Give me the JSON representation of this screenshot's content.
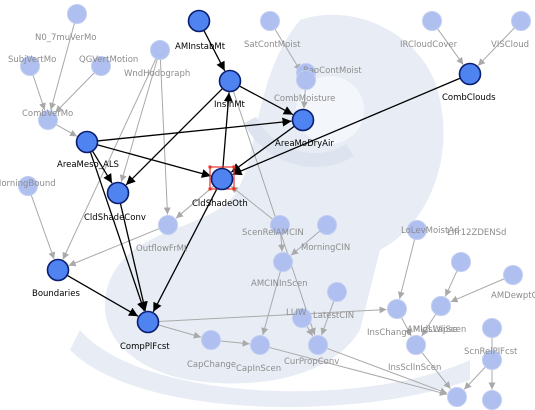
{
  "colors": {
    "background": "#ffffff",
    "watermark": "#e8edf5",
    "node_active_fill": "#4f83f0",
    "node_active_stroke": "#0a1d6e",
    "node_faded_fill": "#aebff0",
    "node_faded_stroke": "#c3cff2",
    "edge_active": "#000000",
    "edge_faded": "#a9a9a9",
    "label_active": "#000000",
    "label_faded": "#8c8c8c",
    "selection": "#e8322b"
  },
  "nodes": [
    {
      "id": "AMInstabMt",
      "label": "AMInstabMt",
      "active": true
    },
    {
      "id": "InsInMt",
      "label": "InsInMt",
      "active": true
    },
    {
      "id": "CombClouds",
      "label": "CombClouds",
      "active": true
    },
    {
      "id": "AreaMoDryAir",
      "label": "AreaMoDryAir",
      "active": true
    },
    {
      "id": "AreaMeso_ALS",
      "label": "AreaMeso_ALS",
      "active": true
    },
    {
      "id": "CldShadeOth",
      "label": "CldShadeOth",
      "active": true,
      "selected": true
    },
    {
      "id": "CldShadeConv",
      "label": "CldShadeConv",
      "active": true
    },
    {
      "id": "Boundaries",
      "label": "Boundaries",
      "active": true
    },
    {
      "id": "CompPlFcst",
      "label": "CompPlFcst",
      "active": true
    },
    {
      "id": "N0_7muVerMo",
      "label": "N0_7muVerMo",
      "active": false
    },
    {
      "id": "SubjVertMo",
      "label": "SubjVertMo",
      "active": false
    },
    {
      "id": "QGVertMotion",
      "label": "QGVertMotion",
      "active": false
    },
    {
      "id": "CombVerMo",
      "label": "CombVerMo",
      "active": false
    },
    {
      "id": "WndHodograph",
      "label": "WndHodograph",
      "active": false
    },
    {
      "id": "SatContMoist",
      "label": "SatContMoist",
      "active": false
    },
    {
      "id": "RaoContMoist",
      "label": "RaoContMoist",
      "active": false
    },
    {
      "id": "CombMoisture",
      "label": "CombMoisture",
      "active": false
    },
    {
      "id": "IRCloudCover",
      "label": "IRCloudCover",
      "active": false
    },
    {
      "id": "VISCloudCov",
      "label": "VISCloud",
      "active": false
    },
    {
      "id": "MorningBound",
      "label": "MorningBound",
      "active": false
    },
    {
      "id": "OutflowFrMt",
      "label": "OutflowFrMt",
      "active": false
    },
    {
      "id": "ScenRelAMCIN",
      "label": "ScenRelAMCIN",
      "active": false
    },
    {
      "id": "MorningCIN",
      "label": "MorningCIN",
      "active": false
    },
    {
      "id": "AMCINInScen",
      "label": "AMCINInScen",
      "active": false
    },
    {
      "id": "LoLevMoistAd",
      "label": "LoLevMoistAd",
      "active": false
    },
    {
      "id": "LIfr12ZDENSd",
      "label": "LIfr12ZDENSd",
      "active": false
    },
    {
      "id": "AMDewptCalPl",
      "label": "AMDewptC",
      "active": false
    },
    {
      "id": "LatestCIN",
      "label": "LatestCIN",
      "active": false
    },
    {
      "id": "LLIW",
      "label": "LLIW",
      "active": false
    },
    {
      "id": "InsChange",
      "label": "InsChange",
      "active": false
    },
    {
      "id": "MidLLapse",
      "label": "MidLLapse",
      "active": false
    },
    {
      "id": "MvmtFeatures",
      "label": "",
      "active": false
    },
    {
      "id": "AMInsWliScen",
      "label": "AMInsWliScen",
      "active": false
    },
    {
      "id": "InsSclInScen",
      "label": "InsSclInScen",
      "active": false
    },
    {
      "id": "ScnRelPlFcst",
      "label": "ScnRelPlFcst",
      "active": false
    },
    {
      "id": "CapChange",
      "label": "CapChange",
      "active": false
    },
    {
      "id": "CapInScen",
      "label": "CapInScen",
      "active": false
    },
    {
      "id": "CurPropConv",
      "label": "CurPropConv",
      "active": false
    },
    {
      "id": "PlainsFcst",
      "label": "",
      "active": false
    },
    {
      "id": "Scenario",
      "label": "",
      "active": false
    }
  ],
  "edges": [
    {
      "from": "AMInstabMt",
      "to": "InsInMt",
      "active": true
    },
    {
      "from": "InsInMt",
      "to": "CldShadeConv",
      "active": true
    },
    {
      "from": "InsInMt",
      "to": "AreaMoDryAir",
      "active": true
    },
    {
      "from": "CldShadeOth",
      "to": "InsInMt",
      "active": true
    },
    {
      "from": "AreaMeso_ALS",
      "to": "AreaMoDryAir",
      "active": true
    },
    {
      "from": "AreaMeso_ALS",
      "to": "CldShadeOth",
      "active": true
    },
    {
      "from": "AreaMeso_ALS",
      "to": "CldShadeConv",
      "active": true
    },
    {
      "from": "AreaMeso_ALS",
      "to": "CompPlFcst",
      "active": true
    },
    {
      "from": "AreaMoDryAir",
      "to": "CldShadeOth",
      "active": true
    },
    {
      "from": "CombClouds",
      "to": "CldShadeOth",
      "active": true
    },
    {
      "from": "CldShadeOth",
      "to": "CompPlFcst",
      "active": true
    },
    {
      "from": "CldShadeConv",
      "to": "CompPlFcst",
      "active": true
    },
    {
      "from": "Boundaries",
      "to": "CompPlFcst",
      "active": true
    },
    {
      "from": "N0_7muVerMo",
      "to": "CombVerMo",
      "active": false
    },
    {
      "from": "SubjVertMo",
      "to": "CombVerMo",
      "active": false
    },
    {
      "from": "QGVertMotion",
      "to": "CombVerMo",
      "active": false
    },
    {
      "from": "CombVerMo",
      "to": "AreaMeso_ALS",
      "active": false
    },
    {
      "from": "WndHodograph",
      "to": "CldShadeConv",
      "active": false
    },
    {
      "from": "WndHodograph",
      "to": "OutflowFrMt",
      "active": false
    },
    {
      "from": "WndHodograph",
      "to": "Boundaries",
      "active": false
    },
    {
      "from": "SatContMoist",
      "to": "CombMoisture",
      "active": false
    },
    {
      "from": "RaoContMoist",
      "to": "CombMoisture",
      "active": false
    },
    {
      "from": "CombMoisture",
      "to": "AreaMoDryAir",
      "active": false
    },
    {
      "from": "IRCloudCover",
      "to": "CombClouds",
      "active": false
    },
    {
      "from": "VISCloudCov",
      "to": "CombClouds",
      "active": false
    },
    {
      "from": "MorningBound",
      "to": "Boundaries",
      "active": false
    },
    {
      "from": "OutflowFrMt",
      "to": "Boundaries",
      "active": false
    },
    {
      "from": "CldShadeOth",
      "to": "OutflowFrMt",
      "active": false
    },
    {
      "from": "ScenRelAMCIN",
      "to": "CldShadeOth",
      "active": false
    },
    {
      "from": "ScenRelAMCIN",
      "to": "AMCINInScen",
      "active": false
    },
    {
      "from": "MorningCIN",
      "to": "AMCINInScen",
      "active": false
    },
    {
      "from": "AMCINInScen",
      "to": "CapInScen",
      "active": false
    },
    {
      "from": "CompPlFcst",
      "to": "CapChange",
      "active": false
    },
    {
      "from": "CompPlFcst",
      "to": "InsChange",
      "active": false
    },
    {
      "from": "CapChange",
      "to": "CapInScen",
      "active": false
    },
    {
      "from": "CapInScen",
      "to": "PlainsFcst",
      "active": false
    },
    {
      "from": "CurPropConv",
      "to": "PlainsFcst",
      "active": false
    },
    {
      "from": "LatestCIN",
      "to": "CurPropConv",
      "active": false
    },
    {
      "from": "LLIW",
      "to": "CurPropConv",
      "active": false
    },
    {
      "from": "LoLevMoistAd",
      "to": "InsChange",
      "active": false
    },
    {
      "from": "LIfr12ZDENSd",
      "to": "MidLLapse",
      "active": false
    },
    {
      "from": "AMDewptCalPl",
      "to": "MidLLapse",
      "active": false
    },
    {
      "from": "InsChange",
      "to": "InsSclInScen",
      "active": false
    },
    {
      "from": "MidLLapse",
      "to": "InsSclInScen",
      "active": false
    },
    {
      "from": "InsSclInScen",
      "to": "PlainsFcst",
      "active": false
    },
    {
      "from": "ScnRelPlFcst",
      "to": "Scenario",
      "active": false
    },
    {
      "from": "MvmtFeatures",
      "to": "PlainsFcst",
      "active": false
    },
    {
      "from": "InsInMt",
      "to": "CurPropConv",
      "active": false
    }
  ]
}
